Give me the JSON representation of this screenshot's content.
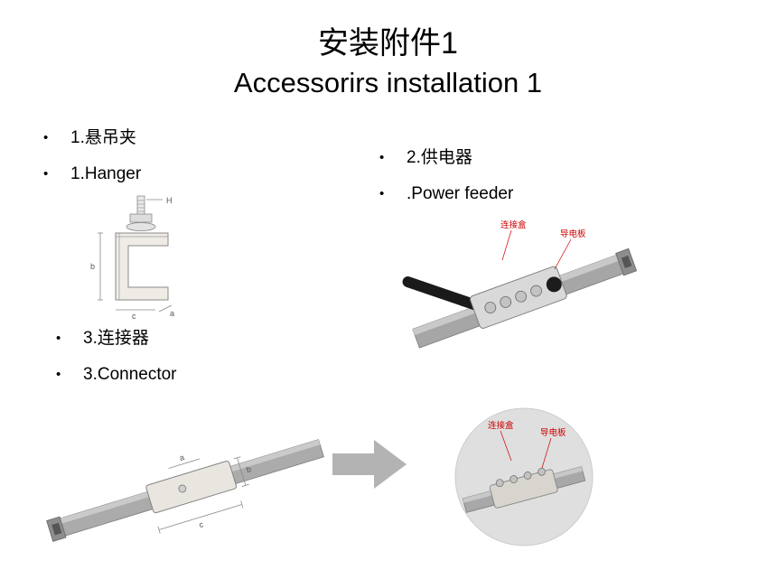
{
  "slide": {
    "title_zh": "安装附件1",
    "title_en": "Accessorirs installation 1"
  },
  "bullets": {
    "hanger": {
      "zh": "1.悬吊夹",
      "en": "1.Hanger"
    },
    "feeder": {
      "zh": "2.供电器",
      "en": ".Power feeder"
    },
    "connector": {
      "zh": "3.连接器",
      "en": "3.Connector"
    }
  },
  "figure_labels": {
    "connection_box": "连接盒",
    "conductive_plate": "导电板",
    "dims": {
      "H": "H",
      "a": "a",
      "b": "b",
      "c": "c"
    }
  },
  "colors": {
    "label_red": "#cc0000",
    "rail_gray": "#a6a6a6",
    "arrow_gray": "#b3b3b3",
    "background": "#ffffff"
  }
}
